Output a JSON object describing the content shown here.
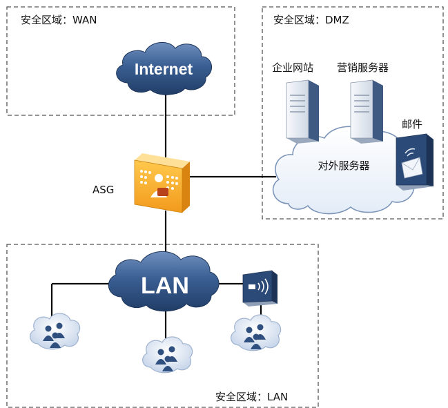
{
  "zones": {
    "wan": "安全区域：WAN",
    "dmz": "安全区域：DMZ",
    "lan": "安全区域：LAN"
  },
  "nodes": {
    "internet": "Internet",
    "asg": "ASG",
    "lan": "LAN",
    "dmz_cloud": "对外服务器",
    "web_server": "企业网站",
    "marketing_server": "营销服务器",
    "mail": "邮件"
  },
  "colors": {
    "cloud_dark": "#2f4f7f",
    "cloud_light": "#5a7fb8",
    "asg_orange": "#f6a623",
    "dashed_border": "#555555"
  }
}
